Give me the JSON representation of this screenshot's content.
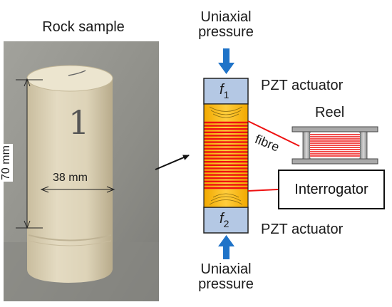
{
  "labels": {
    "rock_sample_title": "Rock sample",
    "height_dimension": "70 mm",
    "width_dimension": "38 mm",
    "top_pressure": "Uniaxial\npressure",
    "bottom_pressure": "Uniaxial\npressure",
    "actuator_top": "PZT actuator",
    "actuator_bottom": "PZT actuator",
    "freq_top_symbol": "f",
    "freq_top_sub": "1",
    "freq_bottom_symbol": "f",
    "freq_bottom_sub": "2",
    "reel": "Reel",
    "fibre": "fibre",
    "interrogator": "Interrogator",
    "sample_marking": "1"
  },
  "colors": {
    "actuator_fill": "#b4c8e4",
    "fibre": "#ee1111",
    "sample_core": "#ffc21a",
    "pressure_arrow": "#1f73c8",
    "rock": "#dcd1b4",
    "photo_background": "#93938d"
  }
}
